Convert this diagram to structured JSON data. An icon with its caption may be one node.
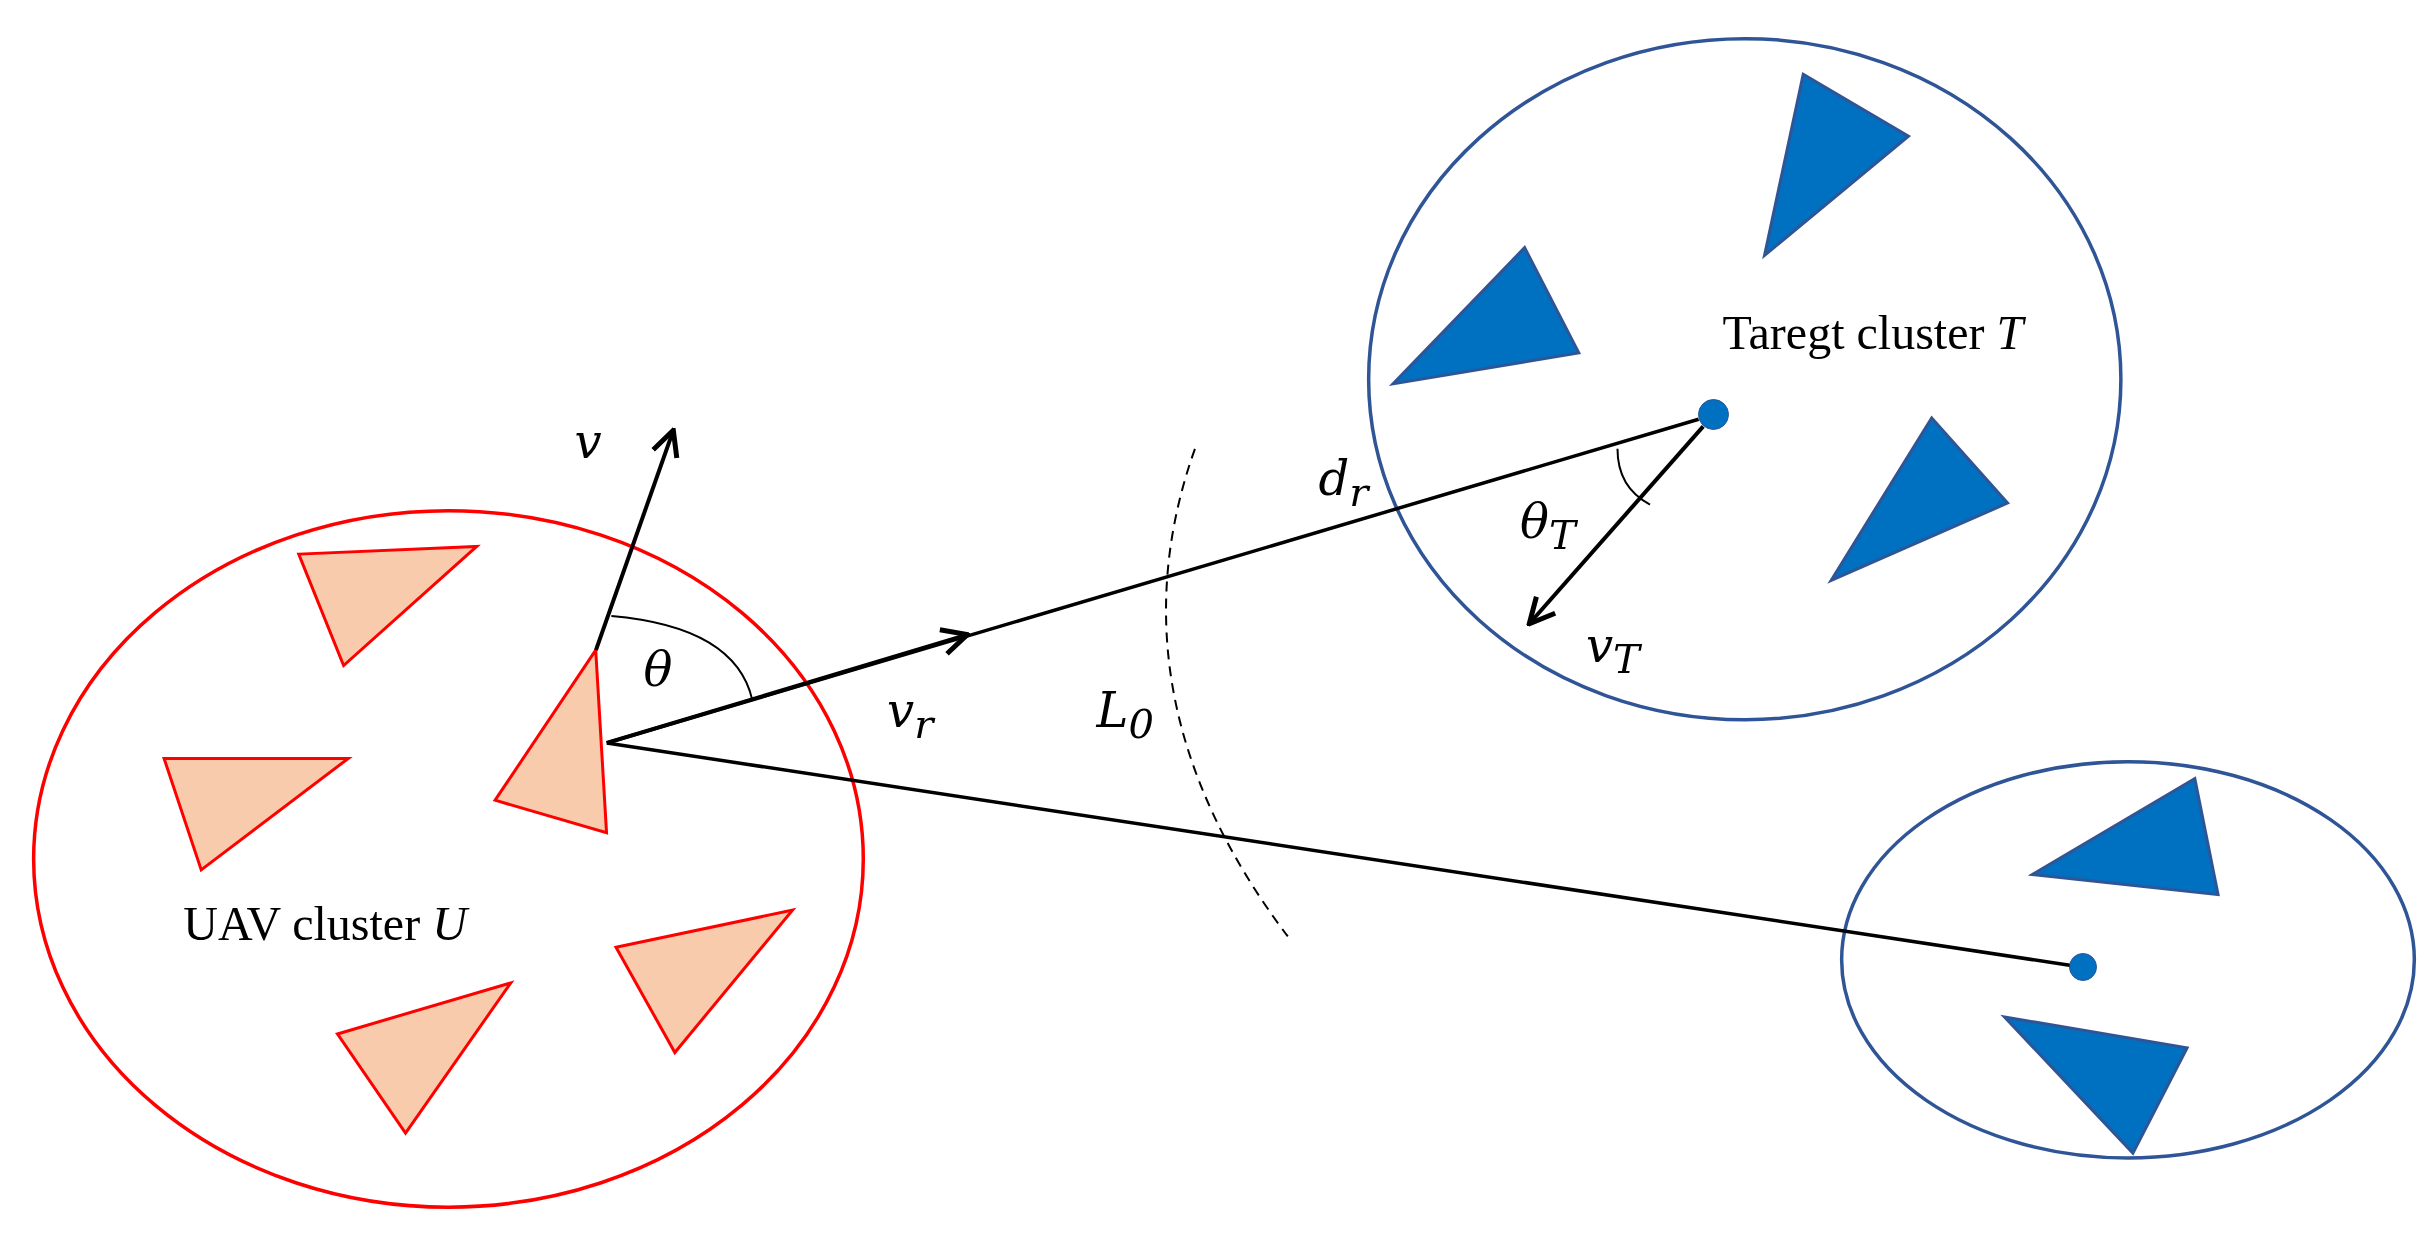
{
  "diagram": {
    "nodes": [
      {
        "text": [
          "UAV cluster *U*"
        ]
      },
      {
        "text": [],
        "shape": "triangle",
        "in": 0
      },
      {
        "text": [
          "Taregt cluster *T*"
        ]
      },
      {
        "text": [],
        "shape": "circle",
        "in": 2
      },
      {
        "text": [],
        "shape": "circle"
      },
      {
        "text": [],
        "shape": "circle",
        "in": 4
      }
    ],
    "edges": [
      {
        "from": 1,
        "to": 3,
        "arrow": "none"
      },
      {
        "from": 1,
        "to": 5,
        "arrow": "none"
      },
      {
        "from": 1,
        "to": null,
        "arrow": "to"
      },
      {
        "from": 3,
        "to": null,
        "arrow": "to"
      }
    ],
    "labels": [
      "v",
      "d$_{r}$",
      "θ$_{T}$",
      "v$_{T}$",
      "θ",
      "v$_{r}$",
      "L$_{0}$"
    ]
  }
}
